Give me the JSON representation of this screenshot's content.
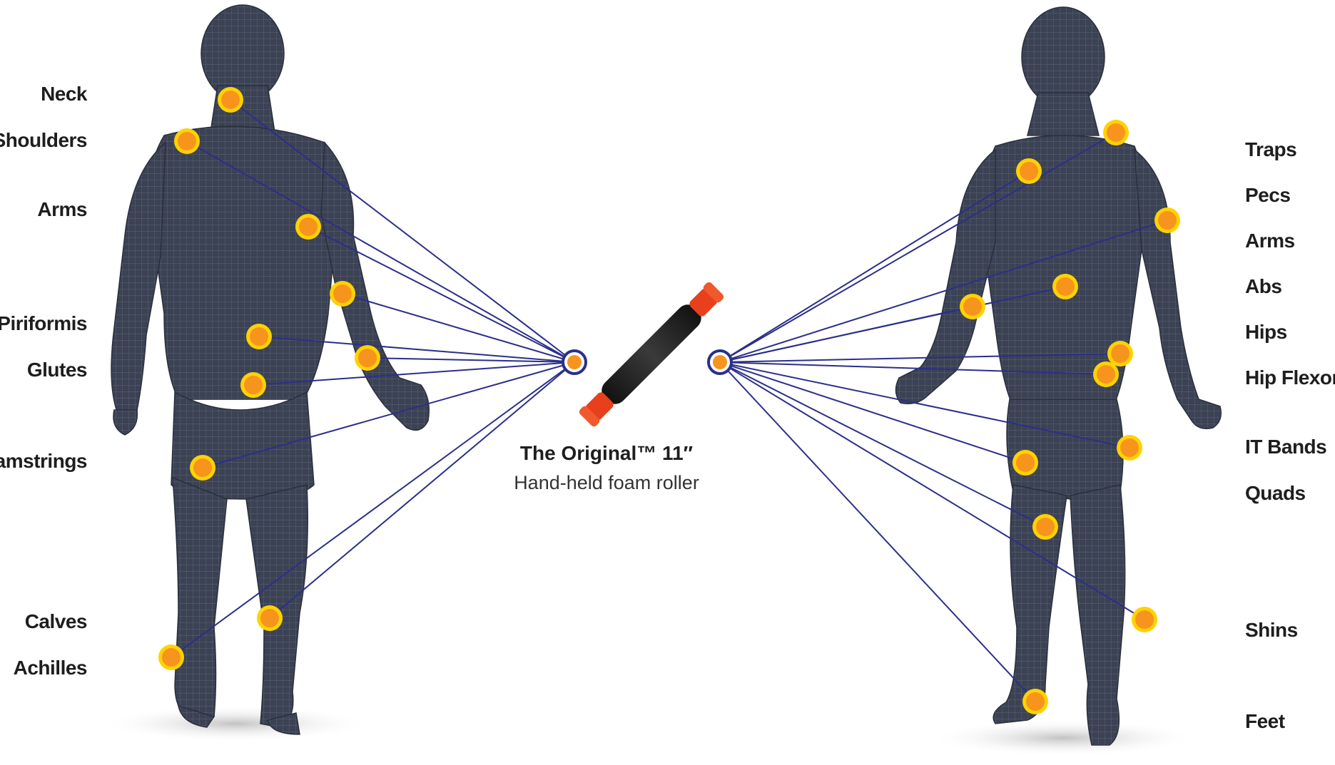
{
  "product": {
    "title": "The Original™ 11″",
    "subtitle": "Hand-held foam roller"
  },
  "back_view": {
    "labels": [
      "Neck",
      "Shoulders",
      "Arms",
      "Piriformis",
      "Glutes",
      "Hamstrings",
      "Calves",
      "Achilles"
    ]
  },
  "front_view": {
    "labels": [
      "Traps",
      "Pecs",
      "Arms",
      "Abs",
      "Hips",
      "Hip Flexors",
      "IT Bands",
      "Quads",
      "Shins",
      "Feet"
    ]
  },
  "colors": {
    "body": "#3b4254",
    "mesh": "#8a93a8",
    "line": "#2b2f8a",
    "dot_fill": "#f7941d",
    "dot_ring": "#ffd200",
    "hub_ring": "#2b2f8a",
    "roller_body": "#1c1c1c",
    "roller_handle": "#e8401c"
  }
}
